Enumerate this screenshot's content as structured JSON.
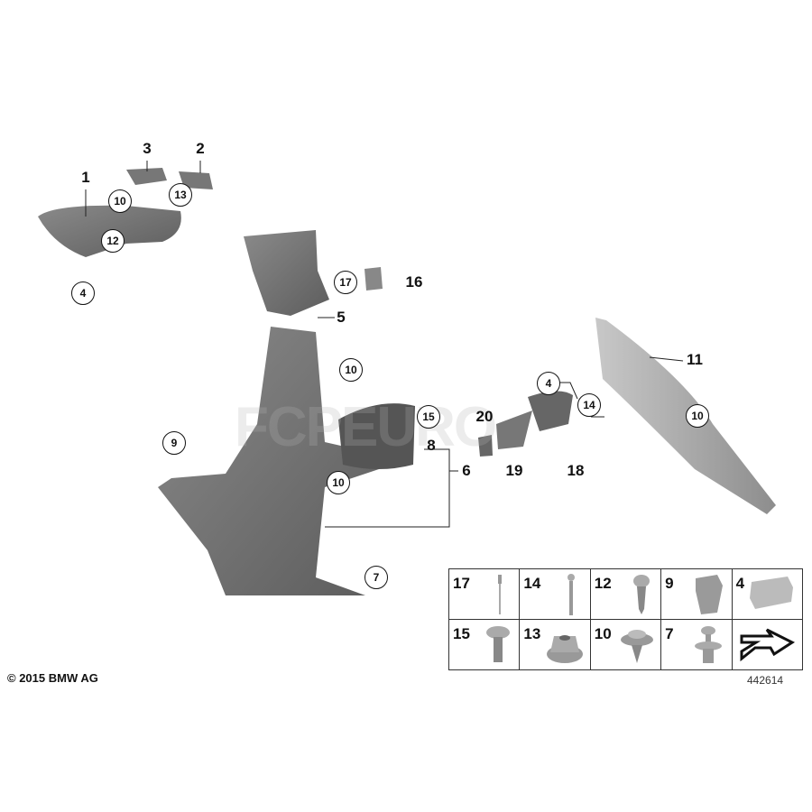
{
  "diagram": {
    "title_labels": {
      "l1": "1",
      "l2": "2",
      "l3": "3",
      "l5": "5",
      "l6": "6",
      "l8": "8",
      "l11": "11",
      "l16": "16",
      "l18": "18",
      "l19": "19",
      "l20": "20"
    },
    "callouts": {
      "c10a": "10",
      "c12": "12",
      "c4a": "4",
      "c13": "13",
      "c17": "17",
      "c10b": "10",
      "c9": "9",
      "c10c": "10",
      "c7": "7",
      "c15": "15",
      "c4b": "4",
      "c14": "14",
      "c10d": "10"
    },
    "legend": [
      [
        "17",
        "14",
        "12",
        "9",
        "4"
      ],
      [
        "15",
        "13",
        "10",
        "7",
        ""
      ]
    ],
    "copyright": "© 2015 BMW AG",
    "reference_number": "442614",
    "watermark": "FCPEURO"
  }
}
